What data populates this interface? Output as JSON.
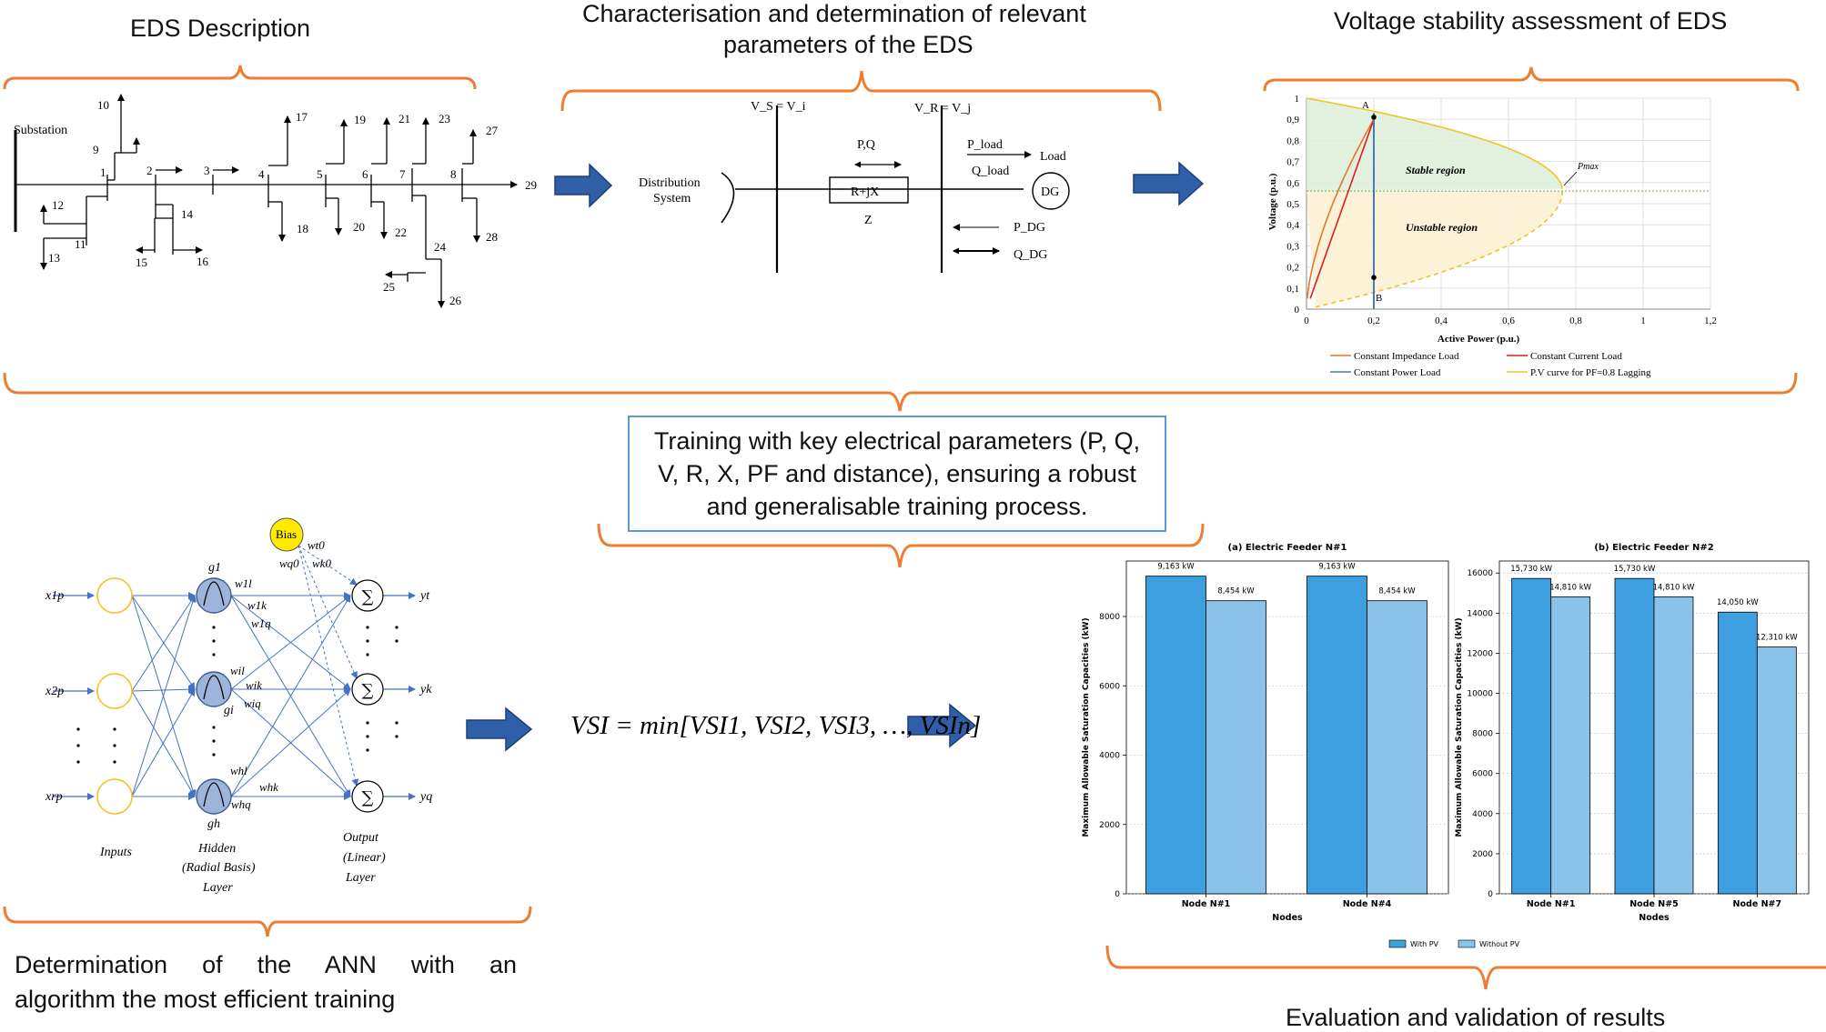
{
  "headings": {
    "eds_description": "EDS Description",
    "characterisation_line1": "Characterisation and determination of relevant",
    "characterisation_line2": "parameters of the EDS",
    "voltage_stability": "Voltage stability assessment of EDS",
    "training": "Training with key electrical parameters (P, Q, V, R, X, PF and distance), ensuring a robust and generalisable training process.",
    "ann_line1": "Determination of the ANN with an",
    "ann_line2": "algorithm the most efficient training",
    "evaluation": "Evaluation and validation of results"
  },
  "eds": {
    "substation": "Substation",
    "nodes": [
      "1",
      "2",
      "3",
      "4",
      "5",
      "6",
      "7",
      "8",
      "9",
      "10",
      "11",
      "12",
      "13",
      "14",
      "15",
      "16",
      "17",
      "18",
      "19",
      "20",
      "21",
      "22",
      "23",
      "24",
      "25",
      "26",
      "27",
      "28",
      "29"
    ]
  },
  "param_diagram": {
    "vs": "V_S = V_i",
    "vr": "V_R = V_j",
    "distribution": "Distribution",
    "system": "System",
    "pq": "P,Q",
    "impedance": "R+jX",
    "z": "Z",
    "pload": "P_load",
    "load": "Load",
    "qload": "Q_load",
    "dg": "DG",
    "pdg": "P_DG",
    "qdg": "Q_DG"
  },
  "pv_chart": {
    "type": "line",
    "xlabel": "Active Power (p.u.)",
    "ylabel": "Voltage (p.u.)",
    "xlim": [
      0,
      1.2
    ],
    "ylim": [
      0,
      1
    ],
    "xticks": [
      "0",
      "0,2",
      "0,4",
      "0,6",
      "0,8",
      "1",
      "1,2"
    ],
    "yticks": [
      "0",
      "0,1",
      "0,2",
      "0,3",
      "0,4",
      "0,5",
      "0,6",
      "0,7",
      "0,8",
      "0,9",
      "1"
    ],
    "stable_label": "Stable region",
    "unstable_label": "Unstable region",
    "point_a": "A",
    "point_b": "B",
    "pmax": "Pmax",
    "legend": [
      "Constant Impedance Load",
      "Constant Current Load",
      "Constant Power Load",
      "P.V curve for PF=0.8 Lagging"
    ],
    "colors": {
      "impedance": "#e8742a",
      "current": "#e01b1b",
      "power": "#4a78c4",
      "pv": "#f2c324"
    }
  },
  "ann": {
    "inputs": [
      "x1p",
      "x2p",
      "xrp"
    ],
    "hidden": [
      "g1",
      "gi",
      "gh"
    ],
    "outputs": [
      "yt",
      "yk",
      "yq"
    ],
    "bias": "Bias",
    "weights_top": [
      "wt0",
      "wq0",
      "wk0"
    ],
    "weights_g1": [
      "w1l",
      "w1k",
      "w1q"
    ],
    "weights_gi": [
      "wil",
      "wik",
      "wiq"
    ],
    "weights_gh": [
      "whl",
      "whk",
      "whq"
    ],
    "layer_inputs": "Inputs",
    "layer_hidden": [
      "Hidden",
      "(Radial Basis)",
      "Layer"
    ],
    "layer_output": [
      "Output",
      "(Linear)",
      "Layer"
    ]
  },
  "formula": "VSI = min[VSI1, VSI2, VSI3, …, VSIn]",
  "chart_data": [
    {
      "type": "bar",
      "title": "(a) Electric Feeder N#1",
      "xlabel": "Nodes",
      "ylabel": "Maximum Allowable Saturation Capacities (kW)",
      "categories": [
        "Node N#1",
        "Node N#4"
      ],
      "series": [
        {
          "name": "With PV",
          "values": [
            9163,
            9163
          ],
          "labels": [
            "9,163 kW",
            "9,163 kW"
          ]
        },
        {
          "name": "Without PV",
          "values": [
            8454,
            8454
          ],
          "labels": [
            "8,454 kW",
            "8,454 kW"
          ]
        }
      ],
      "ylim": [
        0,
        9600
      ],
      "yticks": [
        0,
        2000,
        4000,
        6000,
        8000
      ]
    },
    {
      "type": "bar",
      "title": "(b) Electric Feeder N#2",
      "xlabel": "Nodes",
      "ylabel": "Maximum Allowable Saturation Capacities (kW)",
      "categories": [
        "Node N#1",
        "Node N#5",
        "Node N#7"
      ],
      "series": [
        {
          "name": "With PV",
          "values": [
            15730,
            15730,
            14050
          ],
          "labels": [
            "15,730 kW",
            "15,730 kW",
            "14,050 kW"
          ]
        },
        {
          "name": "Without PV",
          "values": [
            14810,
            14810,
            12310
          ],
          "labels": [
            "14,810 kW",
            "14,810 kW",
            "12,310 kW"
          ]
        }
      ],
      "ylim": [
        0,
        16600
      ],
      "yticks": [
        0,
        2000,
        4000,
        6000,
        8000,
        10000,
        12000,
        14000,
        16000
      ]
    }
  ],
  "bar_legend": [
    "With PV",
    "Without PV"
  ],
  "colors": {
    "brace": "#ed7d31",
    "arrow": "#2e5fa8",
    "with_pv": "#3d9ee0",
    "without_pv": "#8ac3ea"
  }
}
